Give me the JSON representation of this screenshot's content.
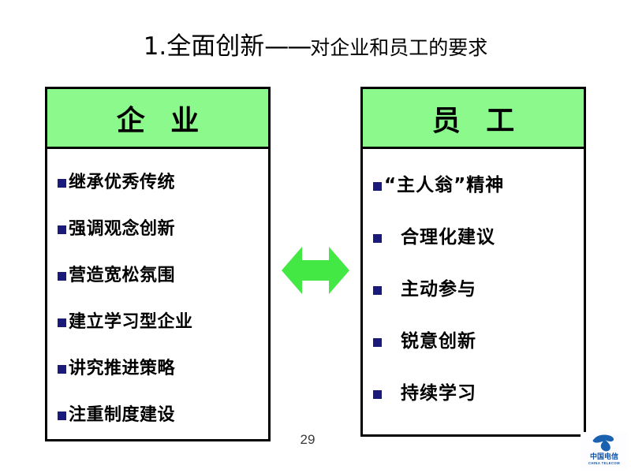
{
  "slide": {
    "title_number": "1.",
    "title_main": "全面创新",
    "title_dash": "——",
    "title_sub": "对企业和员工的要求",
    "page_number": "29",
    "background_color": "#ffffff"
  },
  "colors": {
    "header_green": "#8cf98c",
    "bullet_navy": "#1a1a7a",
    "arrow_green": "#44e844",
    "box_border": "#000000",
    "logo_blue": "#1155a8"
  },
  "left_panel": {
    "header": "企 业",
    "bullets": [
      "继承优秀传统",
      "强调观念创新",
      "营造宽松氛围",
      "建立学习型企业",
      "讲究推进策略",
      "注重制度建设"
    ]
  },
  "right_panel": {
    "header": "员 工",
    "bullets": [
      "“主人翁”精神",
      "合理化建议",
      "主动参与",
      "锐意创新",
      "持续学习"
    ]
  },
  "center": {
    "arrow_label": "双向箭头"
  },
  "logo": {
    "cn_text": "中国电信",
    "en_text": "CHINA TELECOM"
  }
}
